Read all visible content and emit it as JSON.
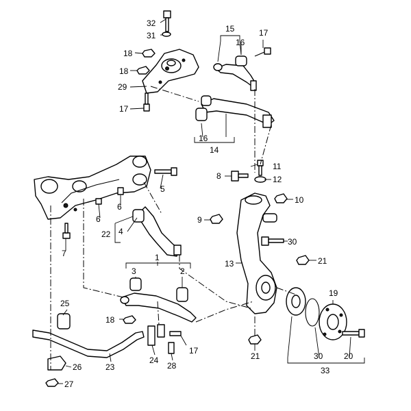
{
  "labels": {
    "l1": "1",
    "l2": "2",
    "l3": "3",
    "l4": "4",
    "l5": "5",
    "l6a": "6",
    "l6b": "6",
    "l7": "7",
    "l8": "8",
    "l9": "9",
    "l10": "10",
    "l11": "11",
    "l12": "12",
    "l13": "13",
    "l14": "14",
    "l15": "15",
    "l16a": "16",
    "l16b": "16",
    "l17a": "17",
    "l17b": "17",
    "l17c": "17",
    "l18a": "18",
    "l18b": "18",
    "l18c": "18",
    "l19": "19",
    "l20": "20",
    "l21a": "21",
    "l21b": "21",
    "l22": "22",
    "l23": "23",
    "l24": "24",
    "l25": "25",
    "l26": "26",
    "l27": "27",
    "l28": "28",
    "l29": "29",
    "l30a": "30",
    "l30b": "30",
    "l31": "31",
    "l32": "32",
    "l33": "33"
  },
  "colors": {
    "line": "#000000",
    "background": "#ffffff"
  }
}
